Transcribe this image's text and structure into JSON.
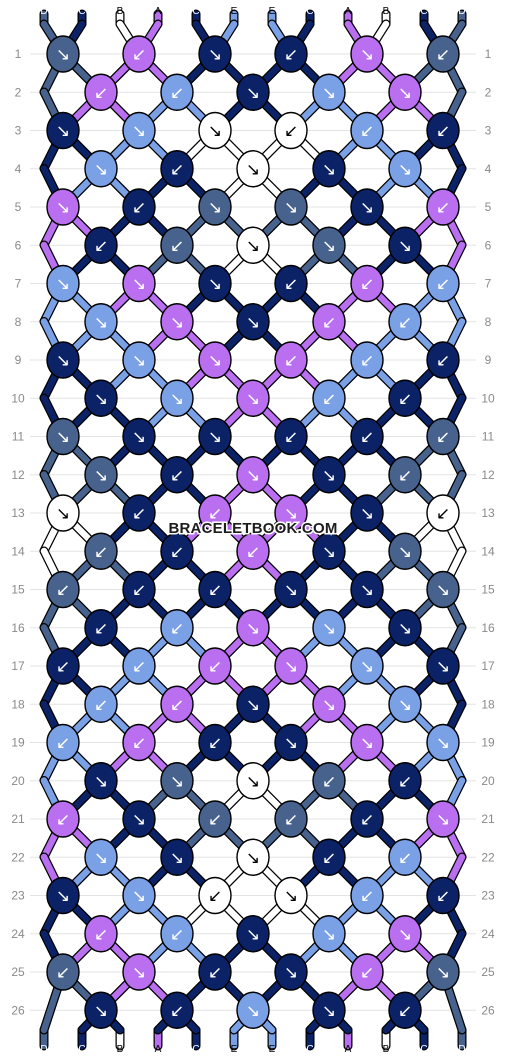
{
  "watermark": "BRACELETBOOK.COM",
  "colors": {
    "A": "#b96ff0",
    "B": "#ffffff",
    "C": "#0b2266",
    "D": "#47628c",
    "E": "#7aa0e6"
  },
  "strands": {
    "top": [
      "D",
      "C",
      "B",
      "A",
      "C",
      "E",
      "E",
      "C",
      "A",
      "B",
      "C",
      "D"
    ],
    "bottom": [
      "D",
      "C",
      "B",
      "A",
      "C",
      "E",
      "E",
      "C",
      "A",
      "B",
      "C",
      "D"
    ]
  },
  "rows": [
    {
      "left": "1",
      "right": "1",
      "knots": [
        {
          "c": "D",
          "d": "↘"
        },
        {
          "c": "A",
          "d": "↙"
        },
        {
          "c": "C",
          "d": "↘"
        },
        {
          "c": "C",
          "d": "↙"
        },
        {
          "c": "A",
          "d": "↘"
        },
        {
          "c": "D",
          "d": "↙"
        }
      ]
    },
    {
      "left": "2",
      "right": "2",
      "knots": [
        {
          "c": "A",
          "d": "↙"
        },
        {
          "c": "E",
          "d": "↙"
        },
        {
          "c": "C",
          "d": "↘"
        },
        {
          "c": "E",
          "d": "↘"
        },
        {
          "c": "A",
          "d": "↘"
        }
      ]
    },
    {
      "left": "3",
      "right": "3",
      "knots": [
        {
          "c": "C",
          "d": "↘"
        },
        {
          "c": "E",
          "d": "↘"
        },
        {
          "c": "B",
          "d": "↘"
        },
        {
          "c": "B",
          "d": "↙"
        },
        {
          "c": "E",
          "d": "↙"
        },
        {
          "c": "C",
          "d": "↙"
        }
      ]
    },
    {
      "left": "4",
      "right": "4",
      "knots": [
        {
          "c": "E",
          "d": "↘"
        },
        {
          "c": "C",
          "d": "↙"
        },
        {
          "c": "B",
          "d": "↘"
        },
        {
          "c": "C",
          "d": "↘"
        },
        {
          "c": "E",
          "d": "↘"
        }
      ]
    },
    {
      "left": "5",
      "right": "5",
      "knots": [
        {
          "c": "A",
          "d": "↘"
        },
        {
          "c": "C",
          "d": "↙"
        },
        {
          "c": "D",
          "d": "↘"
        },
        {
          "c": "D",
          "d": "↘"
        },
        {
          "c": "C",
          "d": "↘"
        },
        {
          "c": "A",
          "d": "↙"
        }
      ]
    },
    {
      "left": "6",
      "right": "6",
      "knots": [
        {
          "c": "C",
          "d": "↙"
        },
        {
          "c": "D",
          "d": "↙"
        },
        {
          "c": "B",
          "d": "↘"
        },
        {
          "c": "D",
          "d": "↘"
        },
        {
          "c": "C",
          "d": "↘"
        }
      ]
    },
    {
      "left": "7",
      "right": "7",
      "knots": [
        {
          "c": "E",
          "d": "↘"
        },
        {
          "c": "A",
          "d": "↘"
        },
        {
          "c": "C",
          "d": "↘"
        },
        {
          "c": "C",
          "d": "↙"
        },
        {
          "c": "A",
          "d": "↙"
        },
        {
          "c": "E",
          "d": "↙"
        }
      ]
    },
    {
      "left": "8",
      "right": "8",
      "knots": [
        {
          "c": "E",
          "d": "↘"
        },
        {
          "c": "A",
          "d": "↘"
        },
        {
          "c": "C",
          "d": "↘"
        },
        {
          "c": "A",
          "d": "↙"
        },
        {
          "c": "E",
          "d": "↙"
        }
      ]
    },
    {
      "left": "9",
      "right": "9",
      "knots": [
        {
          "c": "C",
          "d": "↘"
        },
        {
          "c": "E",
          "d": "↘"
        },
        {
          "c": "A",
          "d": "↘"
        },
        {
          "c": "A",
          "d": "↙"
        },
        {
          "c": "E",
          "d": "↙"
        },
        {
          "c": "C",
          "d": "↙"
        }
      ]
    },
    {
      "left": "10",
      "right": "10",
      "knots": [
        {
          "c": "C",
          "d": "↘"
        },
        {
          "c": "E",
          "d": "↘"
        },
        {
          "c": "A",
          "d": "↘"
        },
        {
          "c": "E",
          "d": "↙"
        },
        {
          "c": "C",
          "d": "↙"
        }
      ]
    },
    {
      "left": "11",
      "right": "11",
      "knots": [
        {
          "c": "D",
          "d": "↘"
        },
        {
          "c": "C",
          "d": "↘"
        },
        {
          "c": "C",
          "d": "↘"
        },
        {
          "c": "C",
          "d": "↙"
        },
        {
          "c": "C",
          "d": "↙"
        },
        {
          "c": "D",
          "d": "↙"
        }
      ]
    },
    {
      "left": "12",
      "right": "12",
      "knots": [
        {
          "c": "D",
          "d": "↘"
        },
        {
          "c": "C",
          "d": "↙"
        },
        {
          "c": "A",
          "d": "↘"
        },
        {
          "c": "C",
          "d": "↘"
        },
        {
          "c": "D",
          "d": "↙"
        }
      ]
    },
    {
      "left": "13",
      "right": "13",
      "knots": [
        {
          "c": "B",
          "d": "↘"
        },
        {
          "c": "C",
          "d": "↙"
        },
        {
          "c": "A",
          "d": "↙"
        },
        {
          "c": "A",
          "d": "↘"
        },
        {
          "c": "C",
          "d": "↘"
        },
        {
          "c": "B",
          "d": "↙"
        }
      ]
    },
    {
      "left": "14",
      "right": "14",
      "knots": [
        {
          "c": "D",
          "d": "↙"
        },
        {
          "c": "C",
          "d": "↙"
        },
        {
          "c": "A",
          "d": "↙"
        },
        {
          "c": "C",
          "d": "↘"
        },
        {
          "c": "D",
          "d": "↘"
        }
      ]
    },
    {
      "left": "15",
      "right": "15",
      "knots": [
        {
          "c": "D",
          "d": "↙"
        },
        {
          "c": "C",
          "d": "↙"
        },
        {
          "c": "C",
          "d": "↙"
        },
        {
          "c": "C",
          "d": "↘"
        },
        {
          "c": "C",
          "d": "↘"
        },
        {
          "c": "D",
          "d": "↘"
        }
      ]
    },
    {
      "left": "16",
      "right": "16",
      "knots": [
        {
          "c": "C",
          "d": "↙"
        },
        {
          "c": "E",
          "d": "↙"
        },
        {
          "c": "A",
          "d": "↘"
        },
        {
          "c": "E",
          "d": "↘"
        },
        {
          "c": "C",
          "d": "↘"
        }
      ]
    },
    {
      "left": "17",
      "right": "17",
      "knots": [
        {
          "c": "C",
          "d": "↙"
        },
        {
          "c": "E",
          "d": "↙"
        },
        {
          "c": "A",
          "d": "↙"
        },
        {
          "c": "A",
          "d": "↘"
        },
        {
          "c": "E",
          "d": "↘"
        },
        {
          "c": "C",
          "d": "↘"
        }
      ]
    },
    {
      "left": "18",
      "right": "18",
      "knots": [
        {
          "c": "E",
          "d": "↙"
        },
        {
          "c": "A",
          "d": "↙"
        },
        {
          "c": "C",
          "d": "↘"
        },
        {
          "c": "A",
          "d": "↘"
        },
        {
          "c": "E",
          "d": "↘"
        }
      ]
    },
    {
      "left": "19",
      "right": "19",
      "knots": [
        {
          "c": "E",
          "d": "↙"
        },
        {
          "c": "A",
          "d": "↙"
        },
        {
          "c": "C",
          "d": "↙"
        },
        {
          "c": "C",
          "d": "↘"
        },
        {
          "c": "A",
          "d": "↘"
        },
        {
          "c": "E",
          "d": "↘"
        }
      ]
    },
    {
      "left": "20",
      "right": "20",
      "knots": [
        {
          "c": "C",
          "d": "↘"
        },
        {
          "c": "D",
          "d": "↘"
        },
        {
          "c": "B",
          "d": "↘"
        },
        {
          "c": "D",
          "d": "↙"
        },
        {
          "c": "C",
          "d": "↙"
        }
      ]
    },
    {
      "left": "21",
      "right": "21",
      "knots": [
        {
          "c": "A",
          "d": "↙"
        },
        {
          "c": "C",
          "d": "↘"
        },
        {
          "c": "D",
          "d": "↙"
        },
        {
          "c": "D",
          "d": "↙"
        },
        {
          "c": "C",
          "d": "↙"
        },
        {
          "c": "A",
          "d": "↘"
        }
      ]
    },
    {
      "left": "22",
      "right": "22",
      "knots": [
        {
          "c": "E",
          "d": "↘"
        },
        {
          "c": "C",
          "d": "↘"
        },
        {
          "c": "B",
          "d": "↘"
        },
        {
          "c": "C",
          "d": "↙"
        },
        {
          "c": "E",
          "d": "↙"
        }
      ]
    },
    {
      "left": "23",
      "right": "23",
      "knots": [
        {
          "c": "C",
          "d": "↘"
        },
        {
          "c": "E",
          "d": "↘"
        },
        {
          "c": "B",
          "d": "↙"
        },
        {
          "c": "B",
          "d": "↘"
        },
        {
          "c": "E",
          "d": "↙"
        },
        {
          "c": "C",
          "d": "↙"
        }
      ]
    },
    {
      "left": "24",
      "right": "24",
      "knots": [
        {
          "c": "A",
          "d": "↙"
        },
        {
          "c": "E",
          "d": "↙"
        },
        {
          "c": "C",
          "d": "↘"
        },
        {
          "c": "E",
          "d": "↘"
        },
        {
          "c": "A",
          "d": "↘"
        }
      ]
    },
    {
      "left": "25",
      "right": "25",
      "knots": [
        {
          "c": "D",
          "d": "↙"
        },
        {
          "c": "A",
          "d": "↘"
        },
        {
          "c": "C",
          "d": "↙"
        },
        {
          "c": "C",
          "d": "↘"
        },
        {
          "c": "A",
          "d": "↙"
        },
        {
          "c": "D",
          "d": "↘"
        }
      ]
    },
    {
      "left": "26",
      "right": "26",
      "knots": [
        {
          "c": "C",
          "d": "↘"
        },
        {
          "c": "C",
          "d": "↙"
        },
        {
          "c": "E",
          "d": "↘"
        },
        {
          "c": "C",
          "d": "↘"
        },
        {
          "c": "C",
          "d": "↙"
        }
      ]
    }
  ]
}
